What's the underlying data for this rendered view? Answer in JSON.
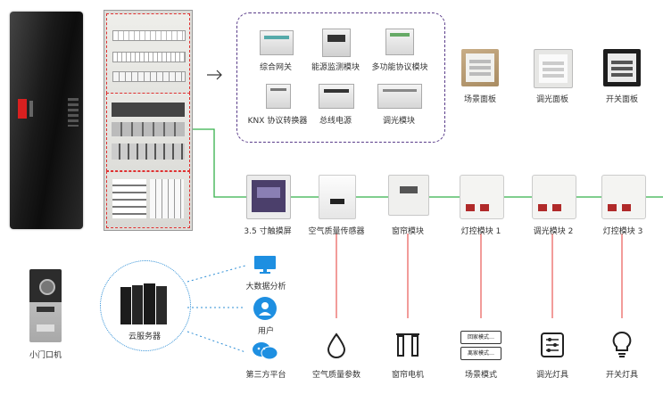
{
  "rack_group": {
    "items": [
      {
        "label": "综合网关"
      },
      {
        "label": "能源监测模块"
      },
      {
        "label": "多功能协议模块"
      },
      {
        "label": "KNX 协议转换器"
      },
      {
        "label": "总线电源"
      },
      {
        "label": "调光模块"
      }
    ]
  },
  "panels": [
    {
      "label": "场景面板"
    },
    {
      "label": "调光面板"
    },
    {
      "label": "开关面板"
    }
  ],
  "bus_devices": [
    {
      "label": "3.5 寸触摸屏"
    },
    {
      "label": "空气质量传感器"
    },
    {
      "label": "窗帘模块"
    },
    {
      "label": "灯控模块 1"
    },
    {
      "label": "调光模块 2"
    },
    {
      "label": "灯控模块 3"
    }
  ],
  "endpoints": [
    {
      "label": "空气质量参数"
    },
    {
      "label": "窗帘电机"
    },
    {
      "label": "场景模式"
    },
    {
      "label": "调光灯具"
    },
    {
      "label": "开关灯具"
    }
  ],
  "scene_buttons": [
    "回家模式…",
    "离家模式…"
  ],
  "door_station": {
    "label": "小门口机"
  },
  "cloud": {
    "label": "云服务器",
    "services": [
      {
        "label": "大数据分析"
      },
      {
        "label": "用户"
      },
      {
        "label": "第三方平台"
      }
    ]
  },
  "colors": {
    "bus_line": "#35b04a",
    "device_line": "#e53935",
    "dotted_blue": "#2f8fd6",
    "purple_border": "#5a3d8a",
    "icon_blue": "#1e8fe1"
  }
}
